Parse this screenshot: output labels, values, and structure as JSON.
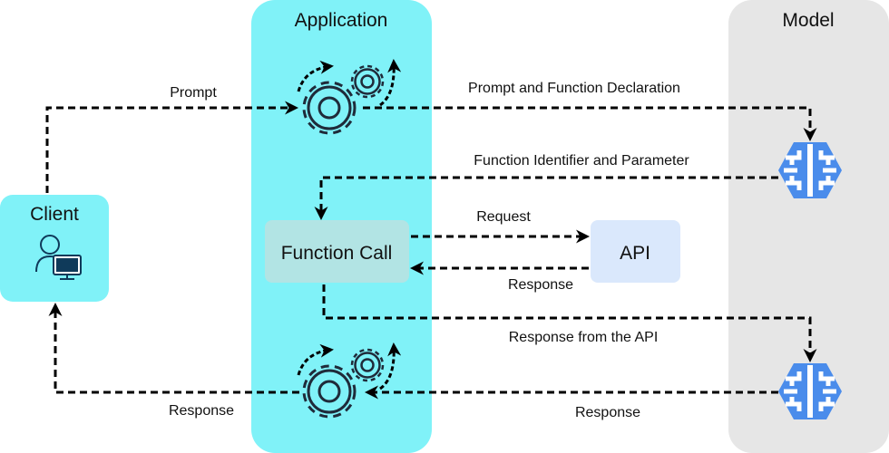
{
  "lanes": {
    "application": {
      "title": "Application",
      "color": "#80F2F8"
    },
    "model": {
      "title": "Model",
      "color": "#E6E6E6"
    }
  },
  "nodes": {
    "client": {
      "label": "Client",
      "icon": "user-computer-icon",
      "color": "#80F2F8"
    },
    "function_call": {
      "label": "Function Call",
      "color": "#B2E4E4"
    },
    "api": {
      "label": "API",
      "color": "#DAE8FC"
    }
  },
  "arrows": {
    "prompt": "Prompt",
    "prompt_declaration": "Prompt and Function Declaration",
    "function_identifier": "Function Identifier and Parameter",
    "request": "Request",
    "api_response": "Response",
    "response_from_api": "Response from the API",
    "model_response": "Response",
    "client_response": "Response"
  },
  "icons": {
    "gears": "gears-icon",
    "model_brain": "ai-brain-icon",
    "brain_color": "#4A8CEB"
  }
}
